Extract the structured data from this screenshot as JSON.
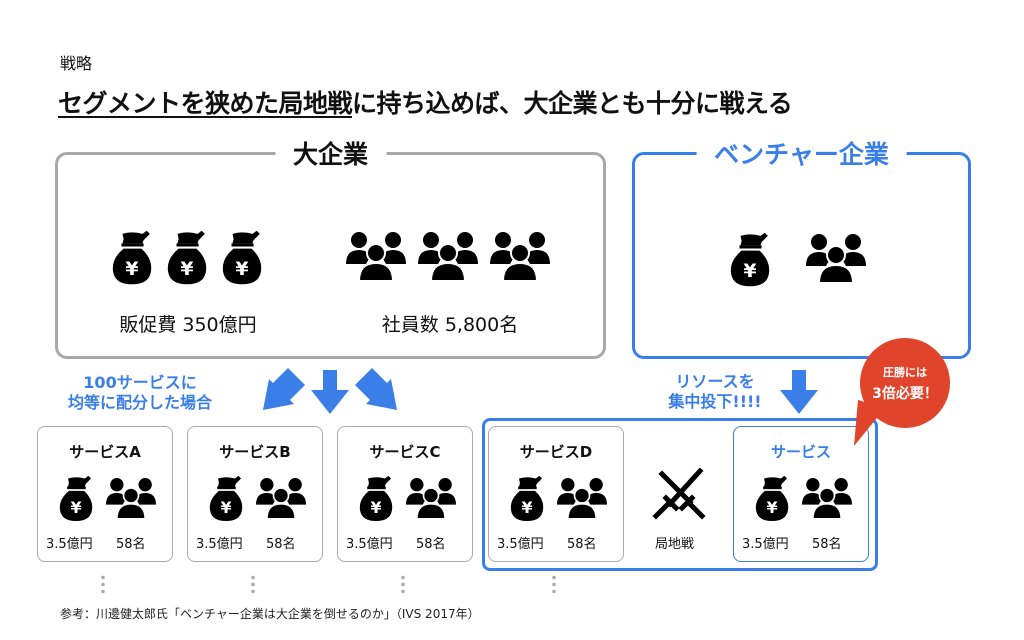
{
  "kicker": "戦略",
  "title": {
    "underlined": "セグメントを狭めた局地戦",
    "rest": "に持ち込めば、大企業とも十分に戦える"
  },
  "large_company": {
    "label": "大企業",
    "promo": "販促費 350億円",
    "employees": "社員数 5,800名"
  },
  "venture": {
    "label": "ベンチャー企業"
  },
  "left_note": {
    "line1": "100サービスに",
    "line2": "均等に配分した場合"
  },
  "right_note": {
    "line1": "リソースを",
    "line2": "集中投下!!!!"
  },
  "bubble": {
    "line1": "圧勝には",
    "line2": "3倍必要！"
  },
  "cards": [
    {
      "title": "サービスA",
      "money": "3.5億円",
      "people": "58名"
    },
    {
      "title": "サービスB",
      "money": "3.5億円",
      "people": "58名"
    },
    {
      "title": "サービスC",
      "money": "3.5億円",
      "people": "58名"
    },
    {
      "title": "サービスD",
      "money": "3.5億円",
      "people": "58名"
    },
    {
      "title": "サービス",
      "money": "3.5億円",
      "people": "58名"
    }
  ],
  "battle_label": "局地戦",
  "footer": "参考：川邊健太郎氏「ベンチャー企業は大企業を倒せるのか」（IVS 2017年）",
  "colors": {
    "blue": "#3a7ee8",
    "gray": "#a8a8a8",
    "red": "#e0452b"
  }
}
